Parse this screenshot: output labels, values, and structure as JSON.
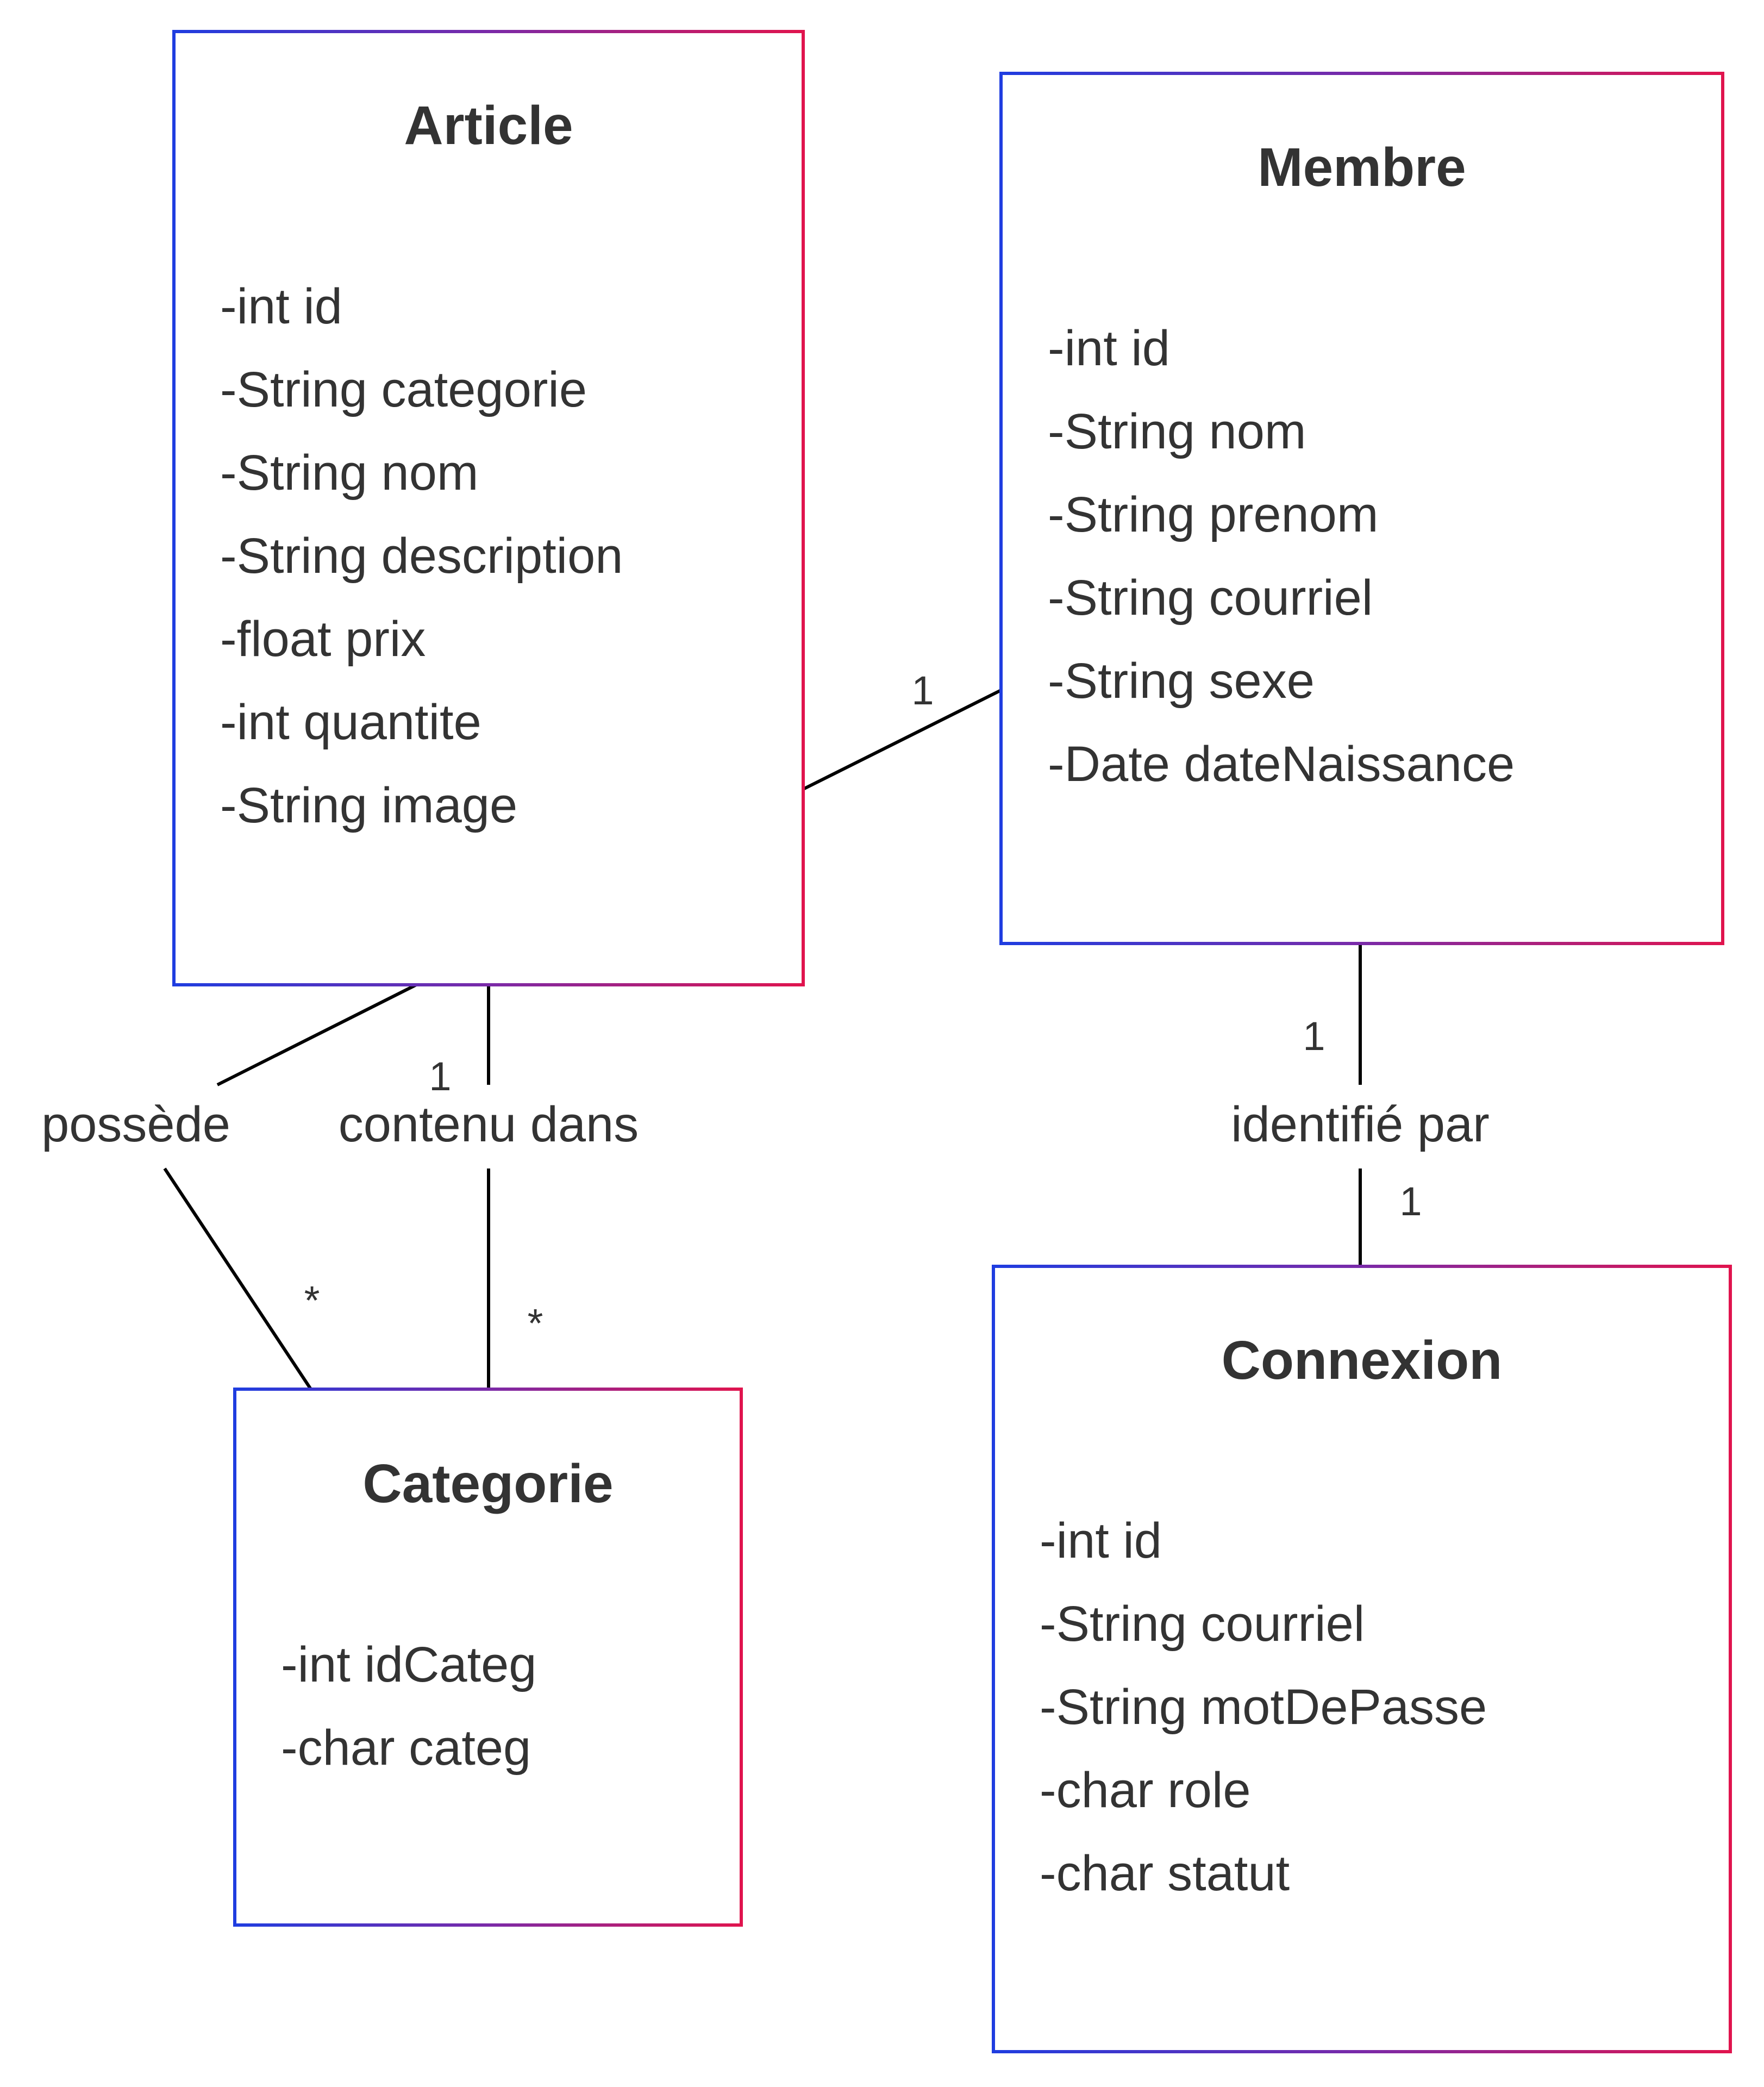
{
  "colors": {
    "border_start": "#1f3de0",
    "border_end": "#e0144e",
    "line": "#000000",
    "text": "#333333"
  },
  "classes": {
    "article": {
      "name": "Article",
      "attributes": [
        "-int id",
        "-String categorie",
        "-String nom",
        "-String description",
        "-float prix",
        "-int quantite",
        "-String image"
      ]
    },
    "membre": {
      "name": "Membre",
      "attributes": [
        "-int id",
        "-String nom",
        "-String prenom",
        "-String courriel",
        "-String sexe",
        "-Date dateNaissance"
      ]
    },
    "categorie": {
      "name": "Categorie",
      "attributes": [
        "-int idCateg",
        "-char categ"
      ]
    },
    "connexion": {
      "name": "Connexion",
      "attributes": [
        "-int id",
        "-String courriel",
        "-String motDePasse",
        "-char role",
        "-char statut"
      ]
    }
  },
  "relations": {
    "article_membre": {
      "mult_membre": "1"
    },
    "possede": {
      "label": "possède",
      "mult_categorie": "*"
    },
    "contenu_dans": {
      "label": "contenu dans",
      "mult_article": "1",
      "mult_categorie": "*"
    },
    "identifie_par": {
      "label": "identifié par",
      "mult_membre": "1",
      "mult_connexion": "1"
    }
  }
}
